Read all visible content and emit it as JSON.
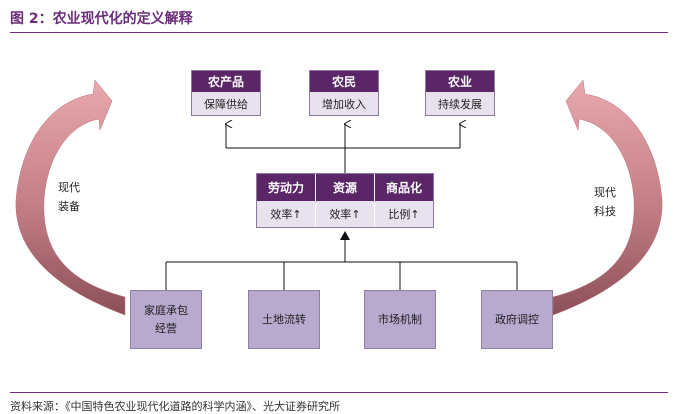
{
  "figure": {
    "title": "图 2：农业现代化的定义解释",
    "source": "资料来源：《中国特色农业现代化道路的科学内涵》、光大证券研究所"
  },
  "outcomes": [
    {
      "head": "农产品",
      "body": "保障供给"
    },
    {
      "head": "农民",
      "body": "增加收入"
    },
    {
      "head": "农业",
      "body": "持续发展"
    }
  ],
  "factors": [
    {
      "head": "劳动力",
      "body": "效率↑"
    },
    {
      "head": "资源",
      "body": "效率↑"
    },
    {
      "head": "商品化",
      "body": "比例↑"
    }
  ],
  "institutions": [
    {
      "line1": "家庭承包",
      "line2": "经营"
    },
    {
      "line1": "土地流转",
      "line2": ""
    },
    {
      "line1": "市场机制",
      "line2": ""
    },
    {
      "line1": "政府调控",
      "line2": ""
    }
  ],
  "left_cycle": {
    "line1": "现代",
    "line2": "装备"
  },
  "right_cycle": {
    "line1": "现代",
    "line2": "科技"
  },
  "colors": {
    "header_purple": "#5b2668",
    "light_cell": "#e7e2ee",
    "bottom_box": "#b8a9cf",
    "arrow_pink": "#c9858a"
  }
}
